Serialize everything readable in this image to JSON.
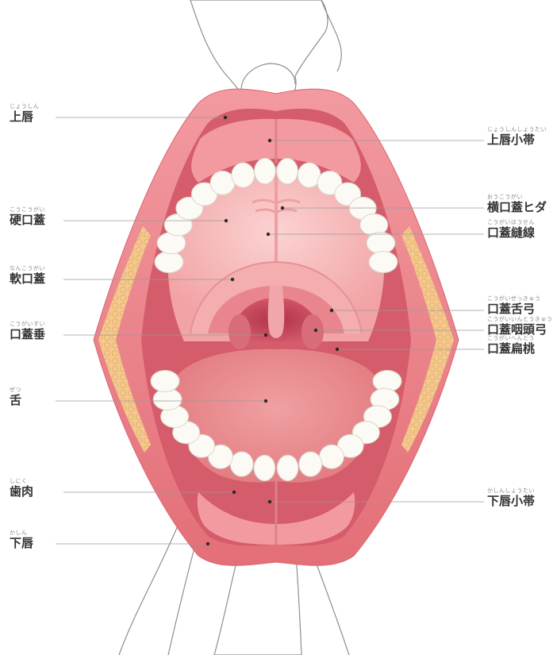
{
  "colors": {
    "lip": "#e9787f",
    "lip_light": "#f4a6ab",
    "palate": "#f6b7b8",
    "tongue": "#e88b8e",
    "throat": "#c84a5c",
    "gum": "#ec8c92",
    "tooth": "#fbfaf5",
    "cheek_fat": "#f3c98e",
    "leader_line": "#9a9a9a",
    "finger_stroke": "#8e8e8e"
  },
  "labels": {
    "upper_lip": {
      "main": "上唇",
      "furigana": "じょうしん"
    },
    "hard_palate": {
      "main": "硬口蓋",
      "furigana": "こうこうがい"
    },
    "soft_palate": {
      "main": "軟口蓋",
      "furigana": "なんこうがい"
    },
    "uvula": {
      "main": "口蓋垂",
      "furigana": "こうがいすい"
    },
    "tongue": {
      "main": "舌",
      "furigana": "ぜつ"
    },
    "gums": {
      "main": "歯肉",
      "furigana": "しにく"
    },
    "lower_lip": {
      "main": "下唇",
      "furigana": "かしん"
    },
    "upper_lip_frenulum": {
      "main": "上唇小帯",
      "furigana": "じょうしんしょうたい"
    },
    "palatal_rugae": {
      "main": "横口蓋ヒダ",
      "furigana": "おうこうがい"
    },
    "palatine_raphe": {
      "main": "口蓋縫線",
      "furigana": "こうがいほうせん"
    },
    "palatoglossal_arch": {
      "main": "口蓋舌弓",
      "furigana": "こうがいぜっきゅう"
    },
    "palatopharyngeal_arch": {
      "main": "口蓋咽頭弓",
      "furigana": "こうがいいんとうきゅう"
    },
    "palatine_tonsil": {
      "main": "口蓋扁桃",
      "furigana": "こうがいへんとう"
    },
    "lower_lip_frenulum": {
      "main": "下唇小帯",
      "furigana": "かしんしょうたい"
    }
  }
}
